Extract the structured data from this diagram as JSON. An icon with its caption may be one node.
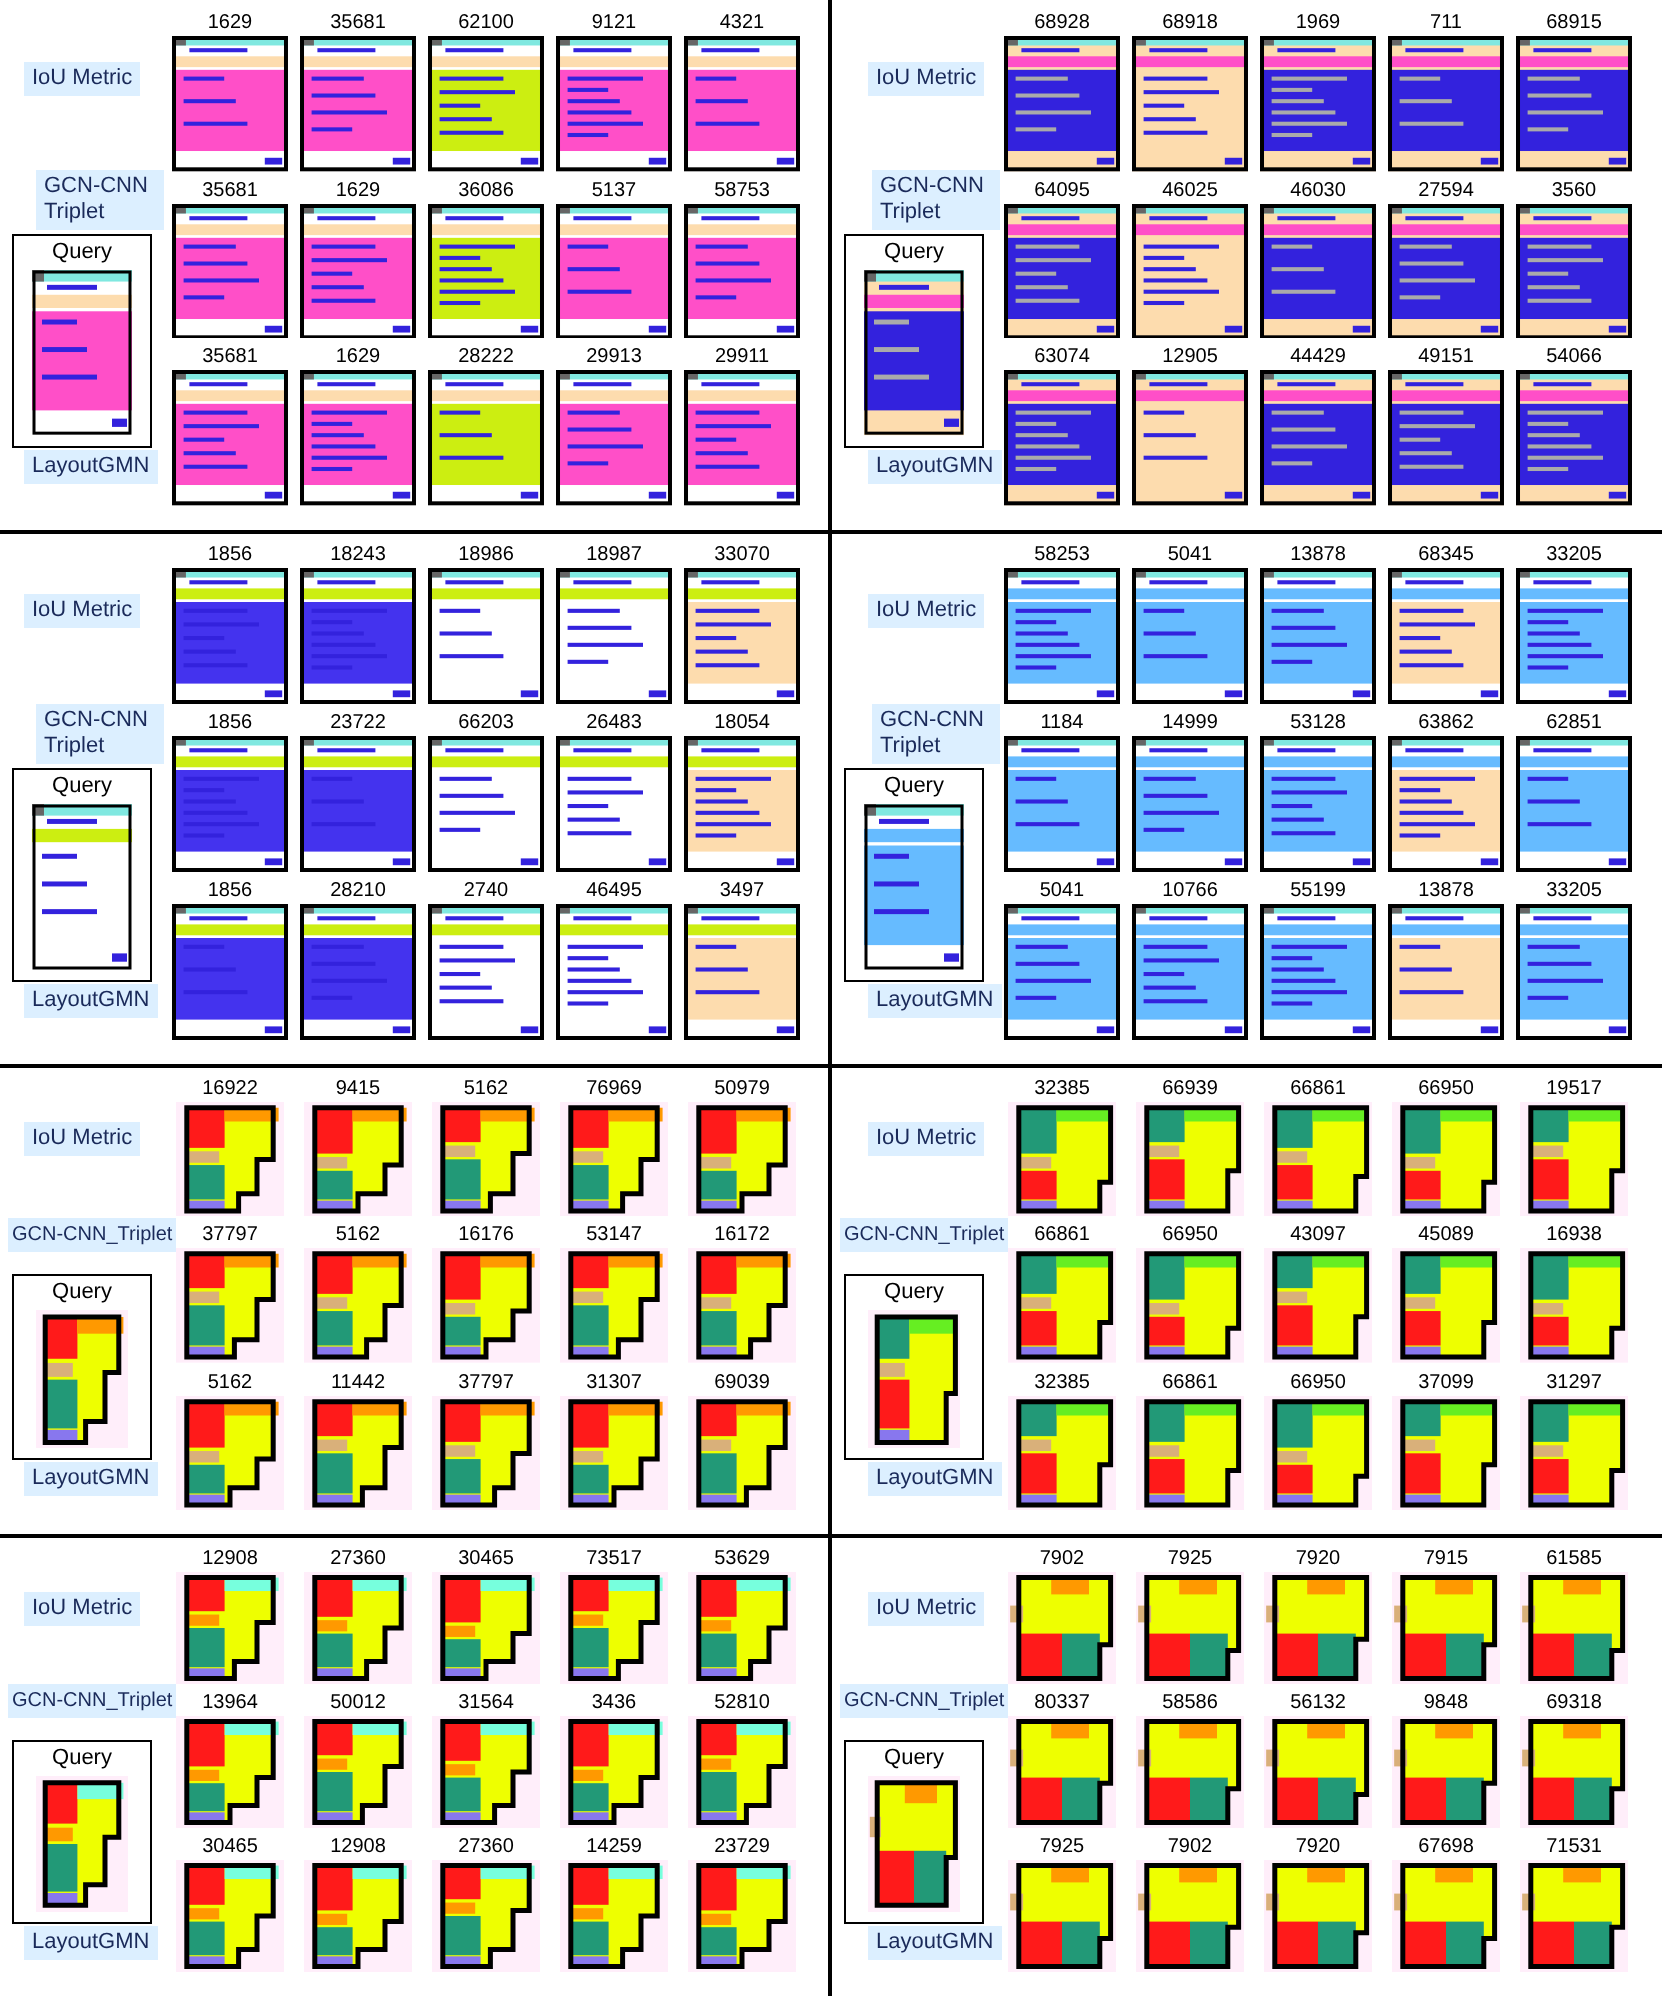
{
  "diagram": {
    "nodes": [
      {
        "text": [
          "IoU Metric"
        ]
      },
      {
        "text": [
          "GCN-CNN Triplet"
        ]
      },
      {
        "text": [
          "Query"
        ]
      },
      {
        "text": [
          "LayoutGMN"
        ]
      },
      {
        "text": [
          "IoU Metric"
        ]
      },
      {
        "text": [
          "GCN-CNN Triplet"
        ]
      },
      {
        "text": [
          "Query"
        ]
      },
      {
        "text": [
          "LayoutGMN"
        ]
      },
      {
        "text": [
          "IoU Metric"
        ]
      },
      {
        "text": [
          "GCN-CNN Triplet"
        ]
      },
      {
        "text": [
          "Query"
        ]
      },
      {
        "text": [
          "LayoutGMN"
        ]
      },
      {
        "text": [
          "IoU Metric"
        ]
      },
      {
        "text": [
          "GCN-CNN Triplet"
        ]
      },
      {
        "text": [
          "Query"
        ]
      },
      {
        "text": [
          "LayoutGMN"
        ]
      },
      {
        "text": [
          "IoU Metric"
        ]
      },
      {
        "text": [
          "GCN-CNN_Triplet"
        ]
      },
      {
        "text": [
          "Query"
        ]
      },
      {
        "text": [
          "LayoutGMN"
        ]
      },
      {
        "text": [
          "IoU Metric"
        ]
      },
      {
        "text": [
          "GCN-CNN_Triplet"
        ]
      },
      {
        "text": [
          "Query"
        ]
      },
      {
        "text": [
          "LayoutGMN"
        ]
      },
      {
        "text": [
          "IoU Metric"
        ]
      },
      {
        "text": [
          "GCN-CNN_Triplet"
        ]
      },
      {
        "text": [
          "Query"
        ]
      },
      {
        "text": [
          "LayoutGMN"
        ]
      },
      {
        "text": [
          "IoU Metric"
        ]
      },
      {
        "text": [
          "GCN-CNN_Triplet"
        ]
      },
      {
        "text": [
          "Query"
        ]
      },
      {
        "text": [
          "LayoutGMN"
        ]
      }
    ],
    "labels": [
      "1629",
      "35681",
      "62100",
      "9121",
      "4321",
      "35681",
      "1629",
      "36086",
      "5137",
      "58753",
      "35681",
      "1629",
      "28222",
      "29913",
      "29911",
      "68928",
      "68918",
      "1969",
      "711",
      "68915",
      "64095",
      "46025",
      "46030",
      "27594",
      "3560",
      "63074",
      "12905",
      "44429",
      "49151",
      "54066",
      "1856",
      "18243",
      "18986",
      "18987",
      "33070",
      "1856",
      "23722",
      "66203",
      "26483",
      "18054",
      "1856",
      "28210",
      "2740",
      "46495",
      "3497",
      "58253",
      "5041",
      "13878",
      "68345",
      "33205",
      "1184",
      "14999",
      "53128",
      "63862",
      "62851",
      "5041",
      "10766",
      "55199",
      "13878",
      "33205",
      "16922",
      "9415",
      "5162",
      "76969",
      "50979",
      "37797",
      "5162",
      "16176",
      "53147",
      "16172",
      "5162",
      "11442",
      "37797",
      "31307",
      "69039",
      "32385",
      "66939",
      "66861",
      "66950",
      "19517",
      "66861",
      "66950",
      "43097",
      "45089",
      "16938",
      "32385",
      "66861",
      "66950",
      "37099",
      "31297",
      "12908",
      "27360",
      "30465",
      "73517",
      "53629",
      "13964",
      "50012",
      "31564",
      "3436",
      "52810",
      "30465",
      "12908",
      "27360",
      "14259",
      "23729",
      "7902",
      "7925",
      "7920",
      "7915",
      "61585",
      "80337",
      "58586",
      "56132",
      "9848",
      "69318",
      "7925",
      "7902",
      "7920",
      "67698",
      "71531"
    ]
  }
}
